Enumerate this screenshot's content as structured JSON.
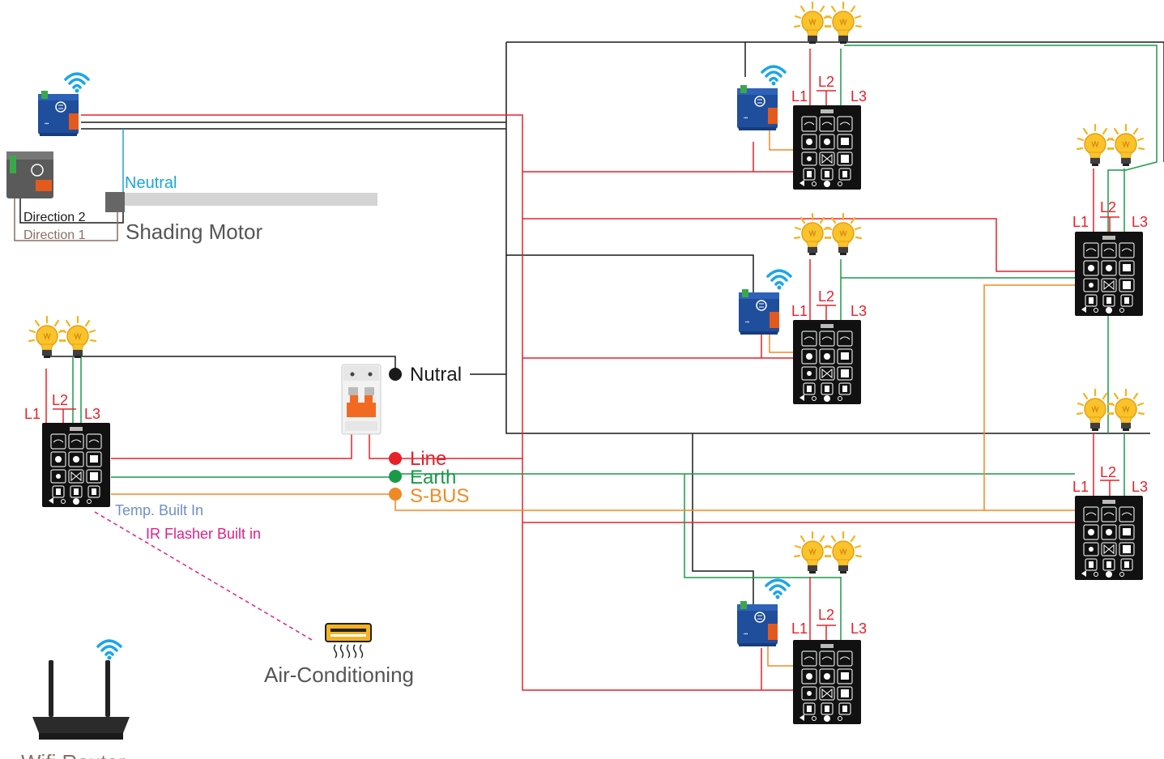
{
  "texts": {
    "neutral": "Neutral",
    "direction2": "Direction 2",
    "direction1": "Direction 1",
    "shading_motor": "Shading Motor",
    "nutral": "Nutral",
    "line": "Line",
    "earth": "Earth",
    "sbus": "S-BUS",
    "temp_builtin": "Temp. Built In",
    "ir_flasher": "IR Flasher Built in",
    "air_conditioning": "Air-Conditioning",
    "wifi_router": "Wifi Router",
    "l1": "L1",
    "l2": "L2",
    "l3": "L3"
  },
  "colors": {
    "line": "#e8202a",
    "neutral": "#1a1a1a",
    "earth": "#1a9a48",
    "sbus": "#f08a24",
    "shading_neutral": "#1aa6d8",
    "ir_flasher": "#e0208a",
    "temp_builtin": "#6f8fc8",
    "direction1": "#8b6e62",
    "panel": "#111111",
    "relay": "#1f4e9c",
    "wifi": "#1aa6e8",
    "bulb": "#f7b21d"
  },
  "icons": [
    "wifi-icon",
    "light-bulb-icon",
    "switch-panel-icon",
    "relay-module-icon",
    "circuit-breaker-icon",
    "air-conditioner-icon",
    "router-icon",
    "shading-motor-icon"
  ]
}
